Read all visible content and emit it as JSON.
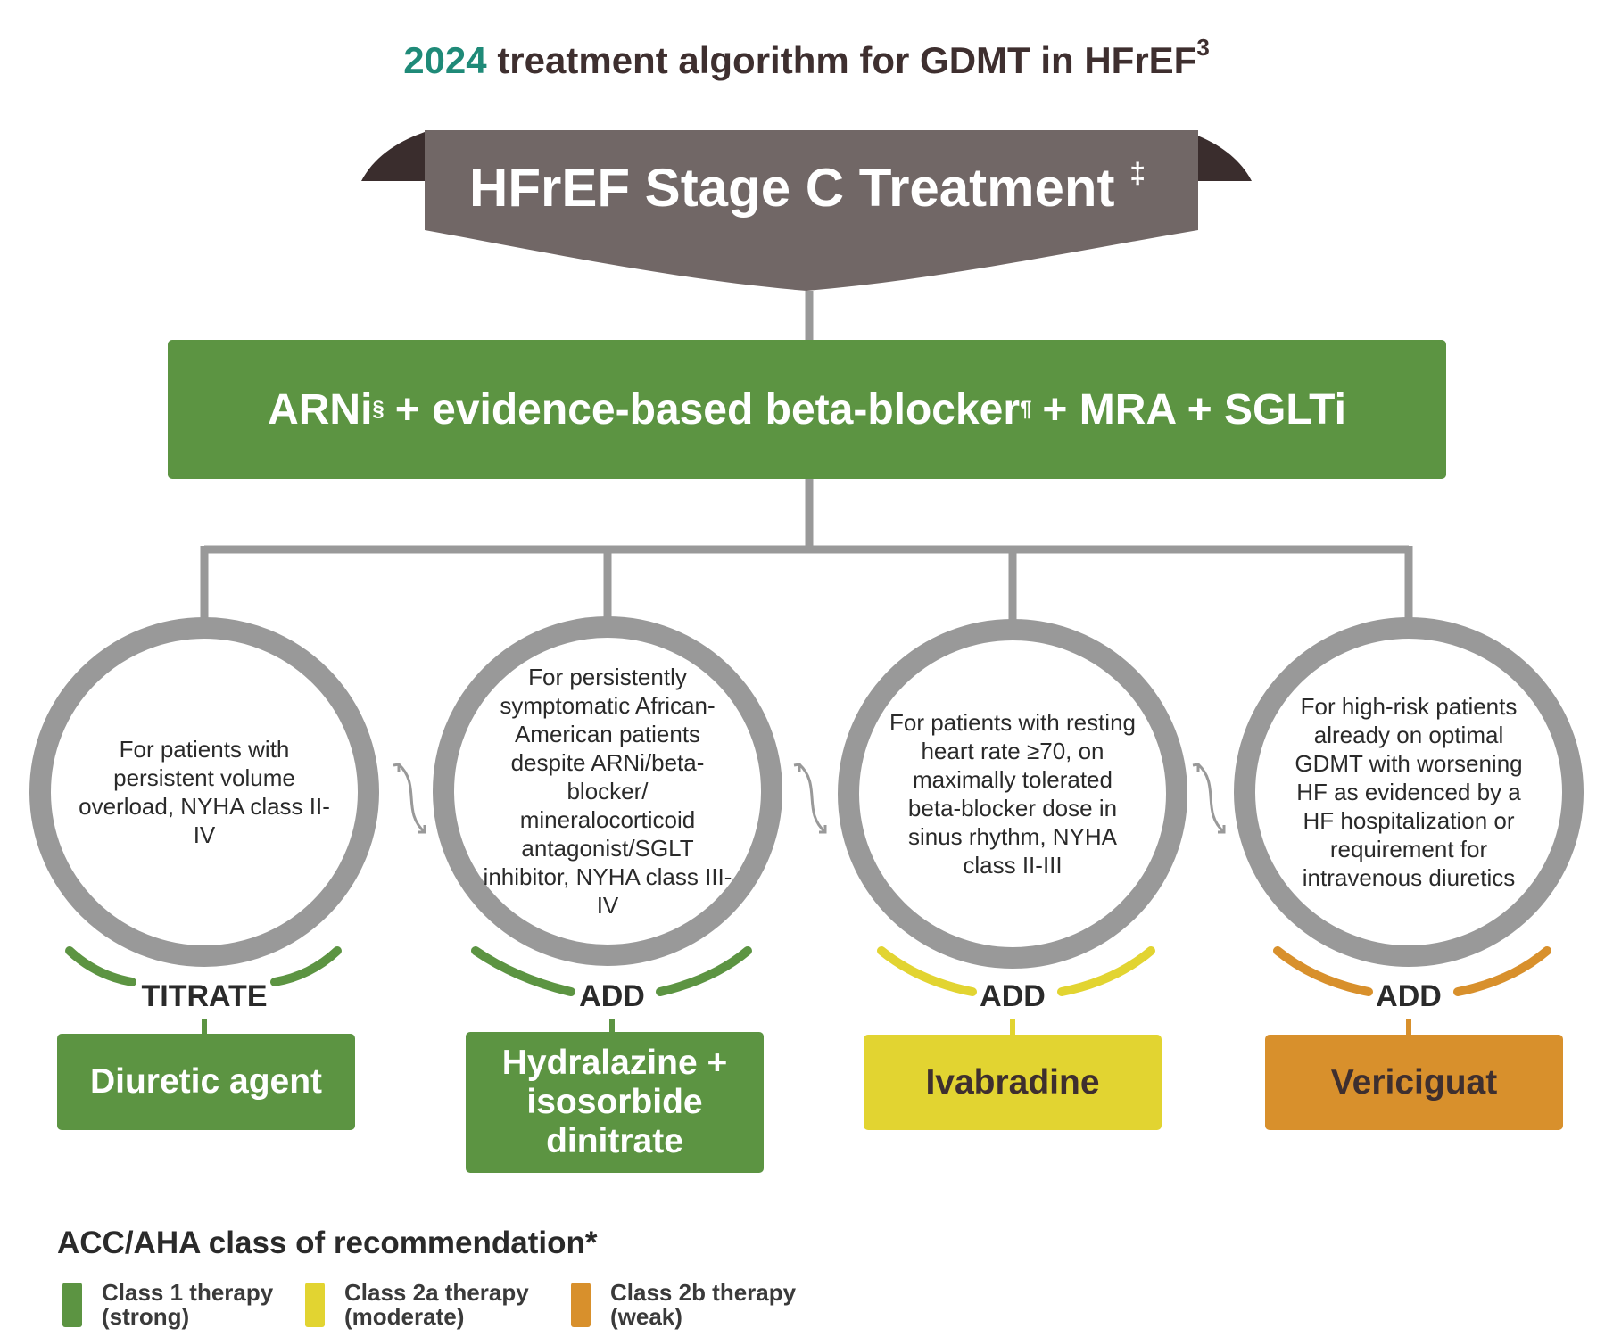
{
  "header": {
    "year": "2024",
    "title_text": "treatment algorithm for GDMT in HFrEF",
    "title_ref": "3"
  },
  "banner": {
    "title": "HFrEF Stage C Treatment",
    "symbol": "‡"
  },
  "foundation": {
    "part1": "ARNi",
    "sup1": "§",
    "part2": "+ evidence-based beta-blocker",
    "sup2": "¶",
    "part3": "+ MRA + SGLTi"
  },
  "branches": [
    {
      "criteria": "For patients with persistent volume overload, NYHA class II-IV",
      "action": "TITRATE",
      "therapy": "Diuretic agent",
      "class": "Class 1 therapy (strong)"
    },
    {
      "criteria": "For persistently symptomatic African-American patients despite ARNi/beta-blocker/ mineralocorticoid antagonist/SGLT inhibitor, NYHA class III-IV",
      "action": "ADD",
      "therapy": "Hydralazine + isosorbide dinitrate",
      "class": "Class 1 therapy (strong)"
    },
    {
      "criteria": "For patients with resting heart rate ≥70, on maximally tolerated beta-blocker dose in sinus rhythm, NYHA class II-III",
      "action": "ADD",
      "therapy": "Ivabradine",
      "class": "Class 2a therapy (moderate)"
    },
    {
      "criteria": "For high-risk patients already on optimal GDMT with worsening HF as evidenced by a HF hospitalization or requirement for intravenous diuretics",
      "action": "ADD",
      "therapy": "Vericiguat",
      "class": "Class 2b therapy (weak)"
    }
  ],
  "legend": {
    "title": "ACC/AHA class of recommendation*",
    "items": [
      {
        "line1": "Class 1 therapy",
        "line2": "(strong)",
        "color": "#5c9442"
      },
      {
        "line1": "Class 2a therapy",
        "line2": "(moderate)",
        "color": "#e2d431"
      },
      {
        "line1": "Class 2b therapy",
        "line2": "(weak)",
        "color": "#d8902c"
      }
    ]
  },
  "colors": {
    "class1": "#5c9442",
    "class2a": "#e2d431",
    "class2b": "#d8902c",
    "banner": "#716766",
    "banner_wing": "#3a2d2d",
    "connector": "#999999",
    "title_accent": "#1f8a78"
  },
  "icons": [
    "double-arrow-icon"
  ]
}
